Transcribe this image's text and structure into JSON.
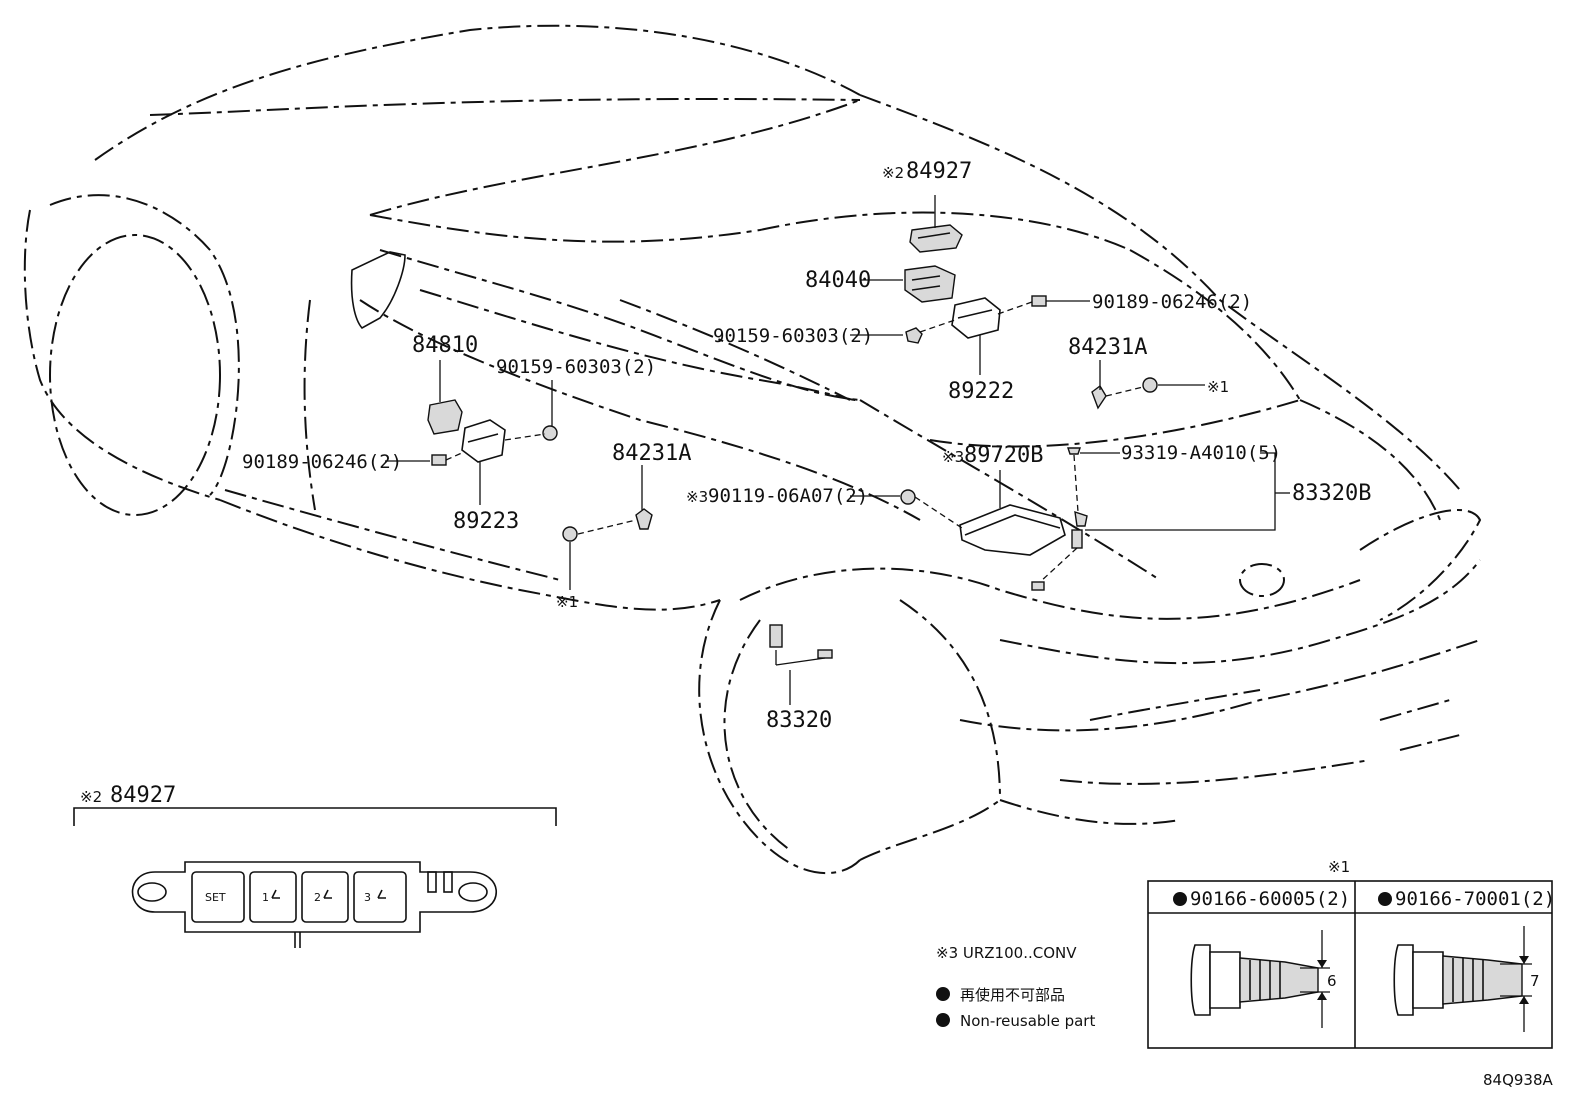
{
  "callouts": {
    "p84927_top": "84927",
    "mark_2_top": "※2",
    "p84040": "84040",
    "p90189_right": "90189-06246(2)",
    "p90159_right": "90159-60303(2)",
    "p84231A_right": "84231A",
    "mark_1_right": "※1",
    "p89222": "89222",
    "p84810": "84810",
    "p90159_left": "90159-60303(2)",
    "p90189_left": "90189-06246(2)",
    "p89223": "89223",
    "p84231A_left": "84231A",
    "mark_1_left": "※1",
    "mark_3_a": "※3",
    "p89720B": "89720B",
    "p93319": "93319-A4010(5)",
    "p83320B": "83320B",
    "mark_3_b": "※3",
    "p90119": "90119-06A07(2)",
    "p83320": "83320"
  },
  "detail_switch": {
    "mark": "※2",
    "part": "84927",
    "buttons": [
      "SET",
      "1",
      "2",
      "3"
    ]
  },
  "notes": {
    "note3": "※3 URZ100..CONV",
    "legend_jp": "再使用不可部品",
    "legend_en": "Non-reusable part"
  },
  "fastener_table": {
    "mark": "※1",
    "col1": "90166-60005(2)",
    "col2": "90166-70001(2)",
    "dim1": "6",
    "dim2": "7"
  },
  "figure_id": "84Q938A"
}
